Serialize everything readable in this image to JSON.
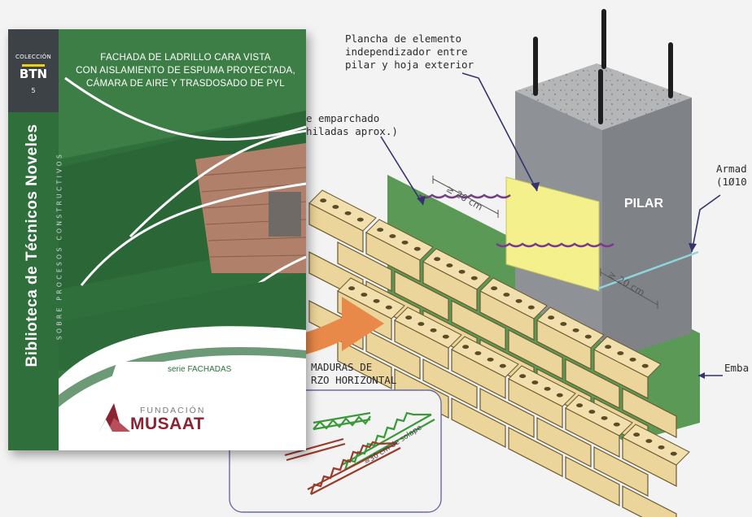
{
  "book": {
    "coleccion": "COLECCIÓN",
    "btn": "BTN",
    "btn_number": "5",
    "spine_title": "Biblioteca de Técnicos Noveles",
    "spine_subtitle": "SOBRE PROCESOS CONSTRUCTIVOS",
    "title_lines": [
      "FACHADA DE LADRILLO CARA VISTA",
      "CON AISLAMIENTO DE ESPUMA PROYECTADA,",
      "CÁMARA DE AIRE Y TRASDOSADO DE PYL"
    ],
    "serie": "serie FACHADAS",
    "publisher_small": "FUNDACIÓN",
    "publisher_big": "MUSAAT"
  },
  "diagram": {
    "plancha_lines": [
      "Plancha de elemento",
      "independizador entre",
      "pilar y hoja exterior"
    ],
    "emparchado_lines": [
      "e emparchado",
      " hiladas aprox.)"
    ],
    "armadura_lines": [
      "Armad",
      "(1Ø10"
    ],
    "pilar": "PILAR",
    "dim1": "≥ 20 cm",
    "dim2": "≥ 20 cm",
    "embarrado": "Emba",
    "armaduras_lines": [
      "MADURAS DE",
      "RZO HORIZONTAL"
    ],
    "solape": "≈30 cm de solape"
  },
  "colors": {
    "cover_green": "#2f6f3c",
    "spine_grey": "#4b5157",
    "brick": "#ecd59b",
    "pillar": "#8e9195",
    "plate": "#f4f08c",
    "arrow": "#e8894a",
    "musaat_red": "#8c2333"
  }
}
